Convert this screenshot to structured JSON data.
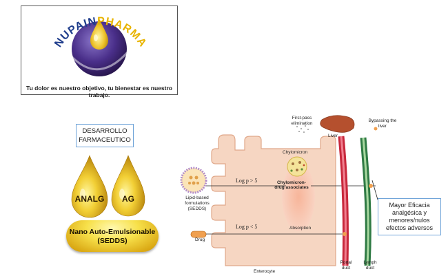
{
  "logo": {
    "brand": "NUPAINPHARMA",
    "tagline": "Tu dolor es nuestro objetivo, tu bienestar es nuestro trabajo."
  },
  "development": {
    "line1": "DESARROLLO",
    "line2": "FARMACEUTICO"
  },
  "drops": [
    {
      "label": "ANALG"
    },
    {
      "label": "AG"
    }
  ],
  "capsule": {
    "line1": "Nano Auto-Emulsionable",
    "line2": "(SEDDS)"
  },
  "diagram": {
    "first_pass": "First-pass elimination",
    "bypassing": "Bypassing the liver",
    "liver": "Liver",
    "chylomicron": "Chylomicron",
    "logp_high": "Log p > 5",
    "logp_low": "Log p < 5",
    "chylo_assoc": "Chylomicron-drug associates",
    "lipid_formulation": "Lipid-based formulations (SEDDS)",
    "absorption": "Absorption",
    "drug": "Drug",
    "enterocyte": "Enterocyte",
    "portal_duct": "Portal duct",
    "lymph_duct": "Lymph duct"
  },
  "efficacy": {
    "line1": "Mayor Eficacia",
    "line2": "analgésica y",
    "line3": "menores/nulos",
    "line4": "efectos adversos"
  },
  "colors": {
    "brand_blue": "#1f3d8c",
    "brand_yellow": "#e8b400",
    "sphere_purple": "#4a2f8a",
    "oil_gold": "#e9b923",
    "enterocyte": "#f6d6c2",
    "portal_red": "#c8283c",
    "lymph_green": "#2f7a44"
  }
}
